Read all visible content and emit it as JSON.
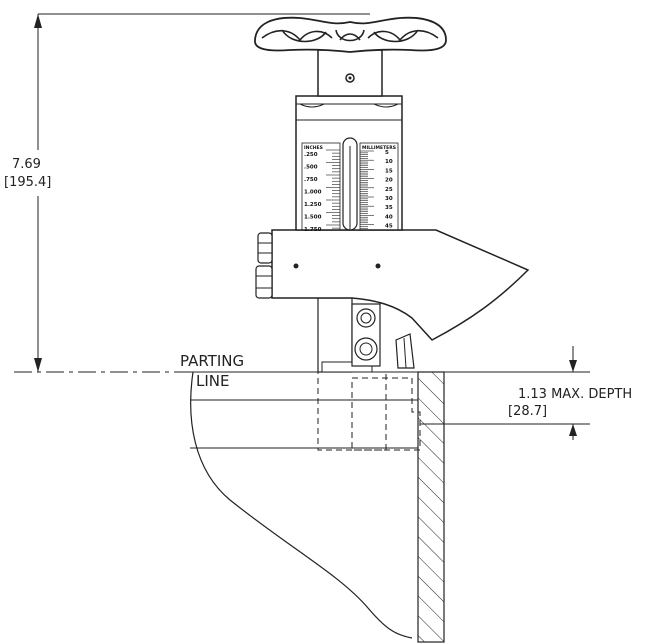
{
  "labels": {
    "overall_height": "7.69",
    "overall_height_mm": "[195.4]",
    "parting_line_1": "PARTING",
    "parting_line_2": "LINE",
    "max_depth": "1.13  MAX. DEPTH",
    "max_depth_mm": "[28.7]"
  },
  "scale": {
    "left_header": "INCHES",
    "right_header": "MILLIMETERS",
    "inch_values": [
      ".250",
      ".500",
      ".750",
      "1.000",
      "1.250",
      "1.500",
      "1.750"
    ],
    "mm_values": [
      "5",
      "10",
      "15",
      "20",
      "25",
      "30",
      "35",
      "40",
      "45"
    ]
  }
}
